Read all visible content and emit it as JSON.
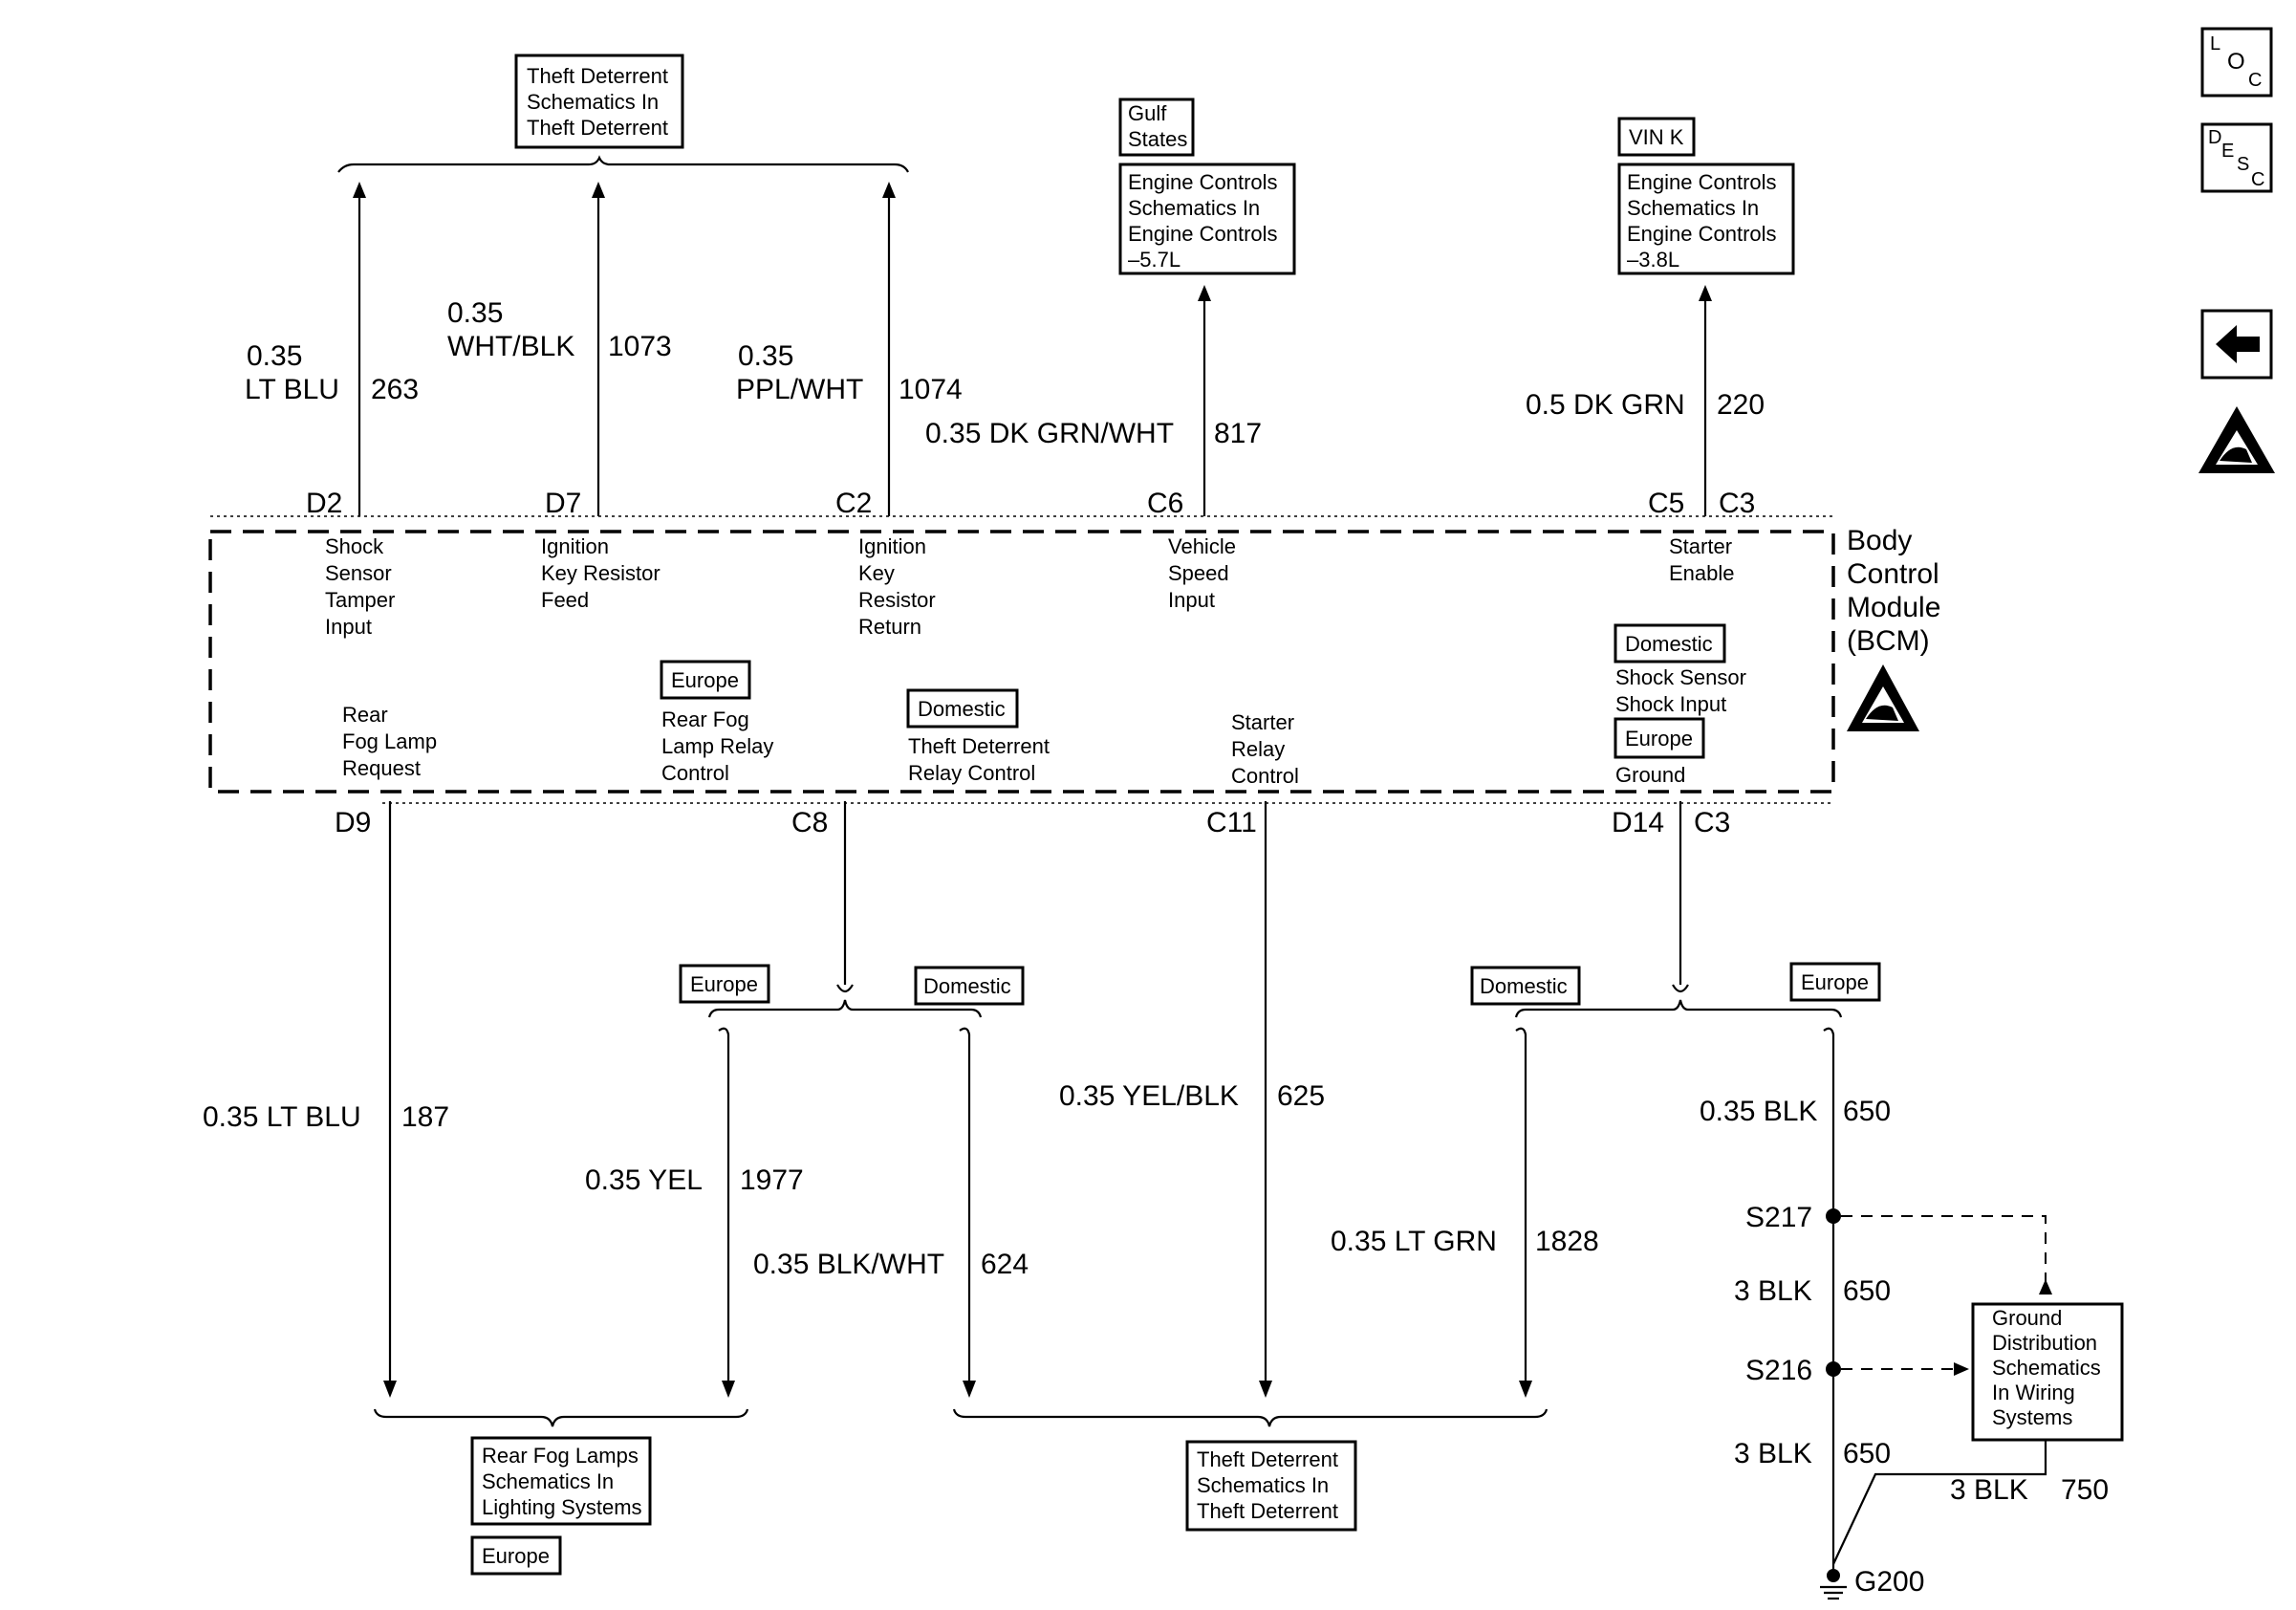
{
  "side_icons": {
    "loc": "LOC",
    "desc": "DESC",
    "back_label": "back-arrow",
    "esd_label": "esd-warning"
  },
  "top": {
    "theft_box": [
      "Theft Deterrent",
      "Schematics In",
      "Theft Deterrent"
    ],
    "gulf_tag": [
      "Gulf",
      "States"
    ],
    "engine57_box": [
      "Engine Controls",
      "Schematics In",
      "Engine Controls",
      "–5.7L"
    ],
    "vink_tag": "VIN K",
    "engine38_box": [
      "Engine Controls",
      "Schematics In",
      "Engine Controls",
      "–3.8L"
    ]
  },
  "top_wires": [
    {
      "gauge": "0.35",
      "color": "LT BLU",
      "circuit": "263",
      "pin": "D2"
    },
    {
      "gauge": "0.35",
      "color": "WHT/BLK",
      "circuit": "1073",
      "pin": "D7"
    },
    {
      "gauge": "0.35",
      "color": "PPL/WHT",
      "circuit": "1074",
      "pin": "C2"
    },
    {
      "label": "0.35 DK GRN/WHT",
      "circuit": "817",
      "pin": "C6"
    },
    {
      "label": "0.5 DK GRN",
      "circuit": "220",
      "pin": "C5",
      "pin2": "C3"
    }
  ],
  "bcm": {
    "title": [
      "Body",
      "Control",
      "Module",
      "(BCM)"
    ],
    "inputs": [
      [
        "Shock",
        "Sensor",
        "Tamper",
        "Input"
      ],
      [
        "Ignition",
        "Key Resistor",
        "Feed"
      ],
      [
        "Ignition",
        "Key",
        "Resistor",
        "Return"
      ],
      [
        "Vehicle",
        "Speed",
        "Input"
      ],
      [
        "Starter",
        "Enable"
      ]
    ],
    "outputs": {
      "rear_fog": [
        "Rear",
        "Fog Lamp",
        "Request"
      ],
      "europe_tag": "Europe",
      "rear_fog_relay": [
        "Rear Fog",
        "Lamp Relay",
        "Control"
      ],
      "domestic_tag": "Domestic",
      "theft_relay": [
        "Theft Deterrent",
        "Relay Control"
      ],
      "starter_relay": [
        "Starter",
        "Relay",
        "Control"
      ],
      "domestic_tag2": "Domestic",
      "shock_input": [
        "Shock Sensor",
        "Shock Input"
      ],
      "europe_tag2": "Europe",
      "ground": "Ground"
    }
  },
  "bottom_pins": [
    "D9",
    "C8",
    "C11",
    "D14",
    "C3"
  ],
  "bottom_tags": {
    "europe_left": "Europe",
    "domestic_left": "Domestic",
    "domestic_right": "Domestic",
    "europe_right": "Europe"
  },
  "bottom_wires": [
    {
      "label": "0.35 LT BLU",
      "circuit": "187"
    },
    {
      "label": "0.35 YEL",
      "circuit": "1977"
    },
    {
      "label": "0.35 BLK/WHT",
      "circuit": "624"
    },
    {
      "label": "0.35 YEL/BLK",
      "circuit": "625"
    },
    {
      "label": "0.35 LT GRN",
      "circuit": "1828"
    },
    {
      "label": "0.35 BLK",
      "circuit": "650"
    }
  ],
  "ground_chain": {
    "s217": "S217",
    "s216": "S216",
    "w1_label": "3 BLK",
    "w1_circuit": "650",
    "w2_label": "3 BLK",
    "w2_circuit": "650",
    "w3_label": "3 BLK",
    "w3_circuit": "750",
    "g200": "G200",
    "gd_box": [
      "Ground",
      "Distribution",
      "Schematics",
      "In Wiring",
      "Systems"
    ]
  },
  "bottom_boxes": {
    "rear_fog": [
      "Rear Fog Lamps",
      "Schematics In",
      "Lighting Systems"
    ],
    "rear_fog_tag": "Europe",
    "theft": [
      "Theft Deterrent",
      "Schematics In",
      "Theft Deterrent"
    ]
  }
}
